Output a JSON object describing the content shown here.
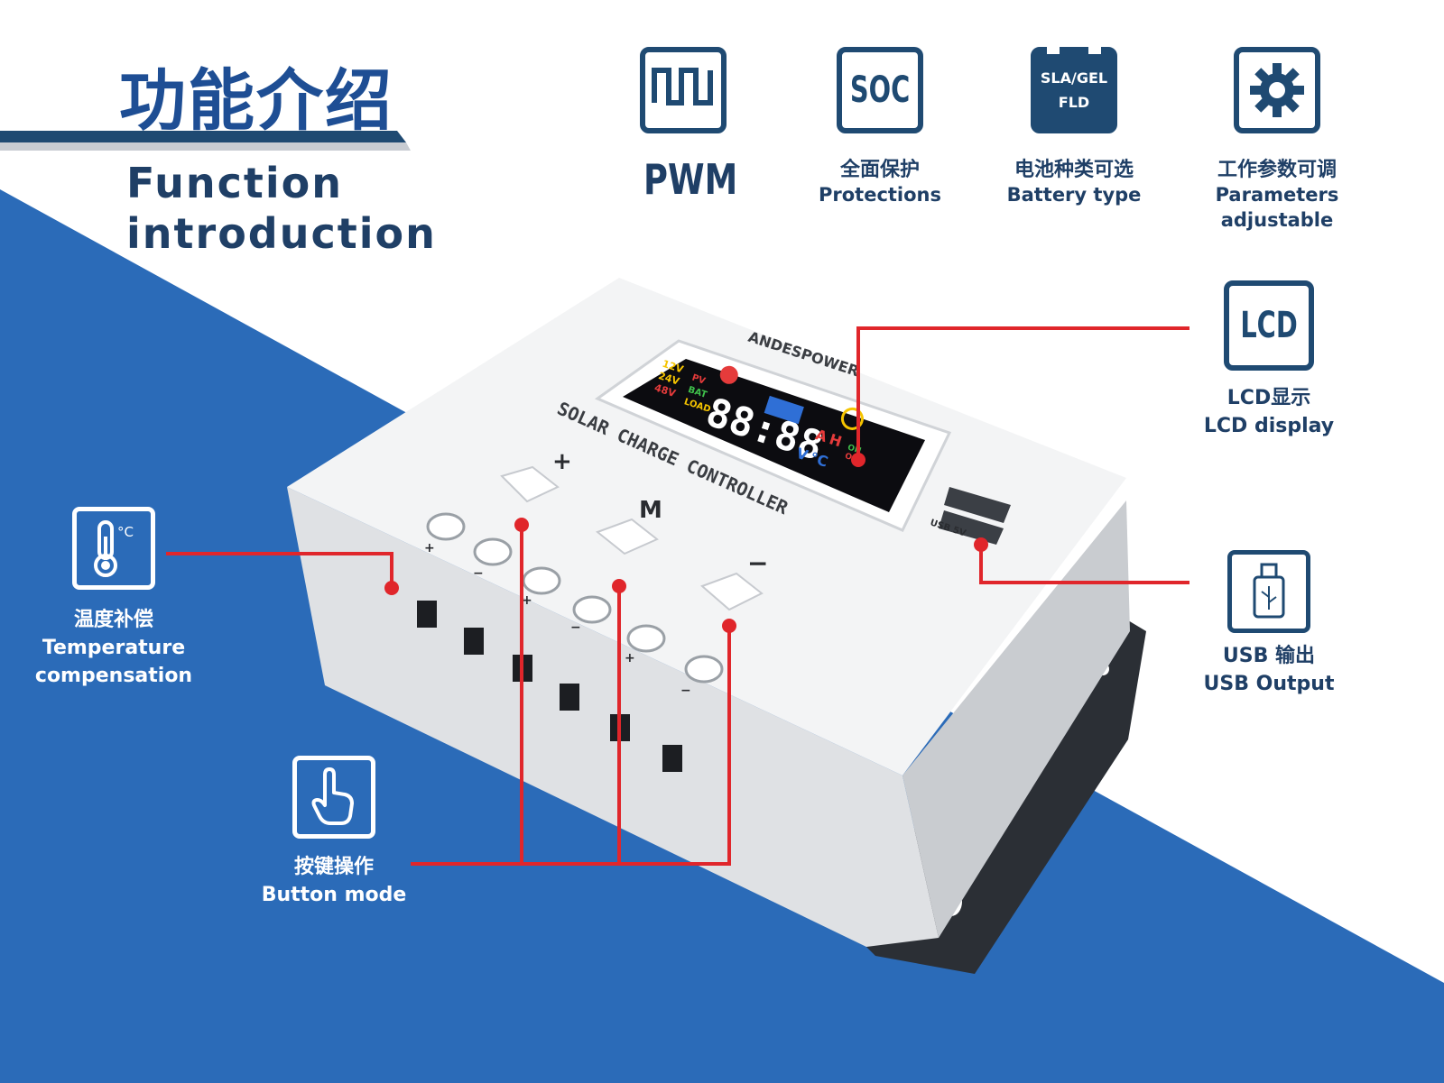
{
  "header": {
    "title_cn": "功能介绍",
    "title_en_line1": "Function",
    "title_en_line2": "introduction"
  },
  "features": [
    {
      "icon": "pwm-wave-icon",
      "label": "PWM"
    },
    {
      "icon": "soc-icon",
      "icon_text": "SOC",
      "label_cn": "全面保护",
      "label_en": "Protections"
    },
    {
      "icon": "battery-icon",
      "icon_text_1": "SLA/GEL",
      "icon_text_2": "FLD",
      "label_cn": "电池种类可选",
      "label_en": "Battery type"
    },
    {
      "icon": "gear-icon",
      "label_cn": "工作参数可调",
      "label_en_1": "Parameters",
      "label_en_2": "adjustable"
    }
  ],
  "callouts": {
    "lcd": {
      "icon": "lcd-icon",
      "icon_text": "LCD",
      "label_cn": "LCD显示",
      "label_en": "LCD display"
    },
    "usb": {
      "icon": "usb-stick-icon",
      "label_cn": "USB 输出",
      "label_en": "USB Output"
    },
    "temperature": {
      "icon": "thermometer-icon",
      "icon_text": "°C",
      "label_cn": "温度补偿",
      "label_en_1": "Temperature",
      "label_en_2": "compensation"
    },
    "button": {
      "icon": "hand-pointer-icon",
      "label_cn": "按键操作",
      "label_en": "Button mode"
    }
  },
  "device": {
    "brand": "ANDESPOWER",
    "model_text": "SOLAR CHARGE CONTROLLER",
    "buttons": [
      "+",
      "M",
      "−"
    ],
    "usb_label": "USB 5V",
    "lcd_digits": "88:88",
    "lcd_voltages": [
      "12V",
      "24V",
      "48V"
    ],
    "lcd_labels": [
      "PV",
      "BAT",
      "LOAD"
    ],
    "lcd_units": [
      "A",
      "H",
      "V",
      "°C"
    ],
    "lcd_on_off": [
      "ON",
      "OFF"
    ],
    "terminal_signs": [
      "+",
      "−",
      "+",
      "−",
      "+",
      "−"
    ]
  },
  "colors": {
    "brand_blue": "#2b6bb8",
    "dark_navy": "#1f3f66",
    "title_blue": "#1e4e94",
    "callout_red": "#e0262b"
  }
}
